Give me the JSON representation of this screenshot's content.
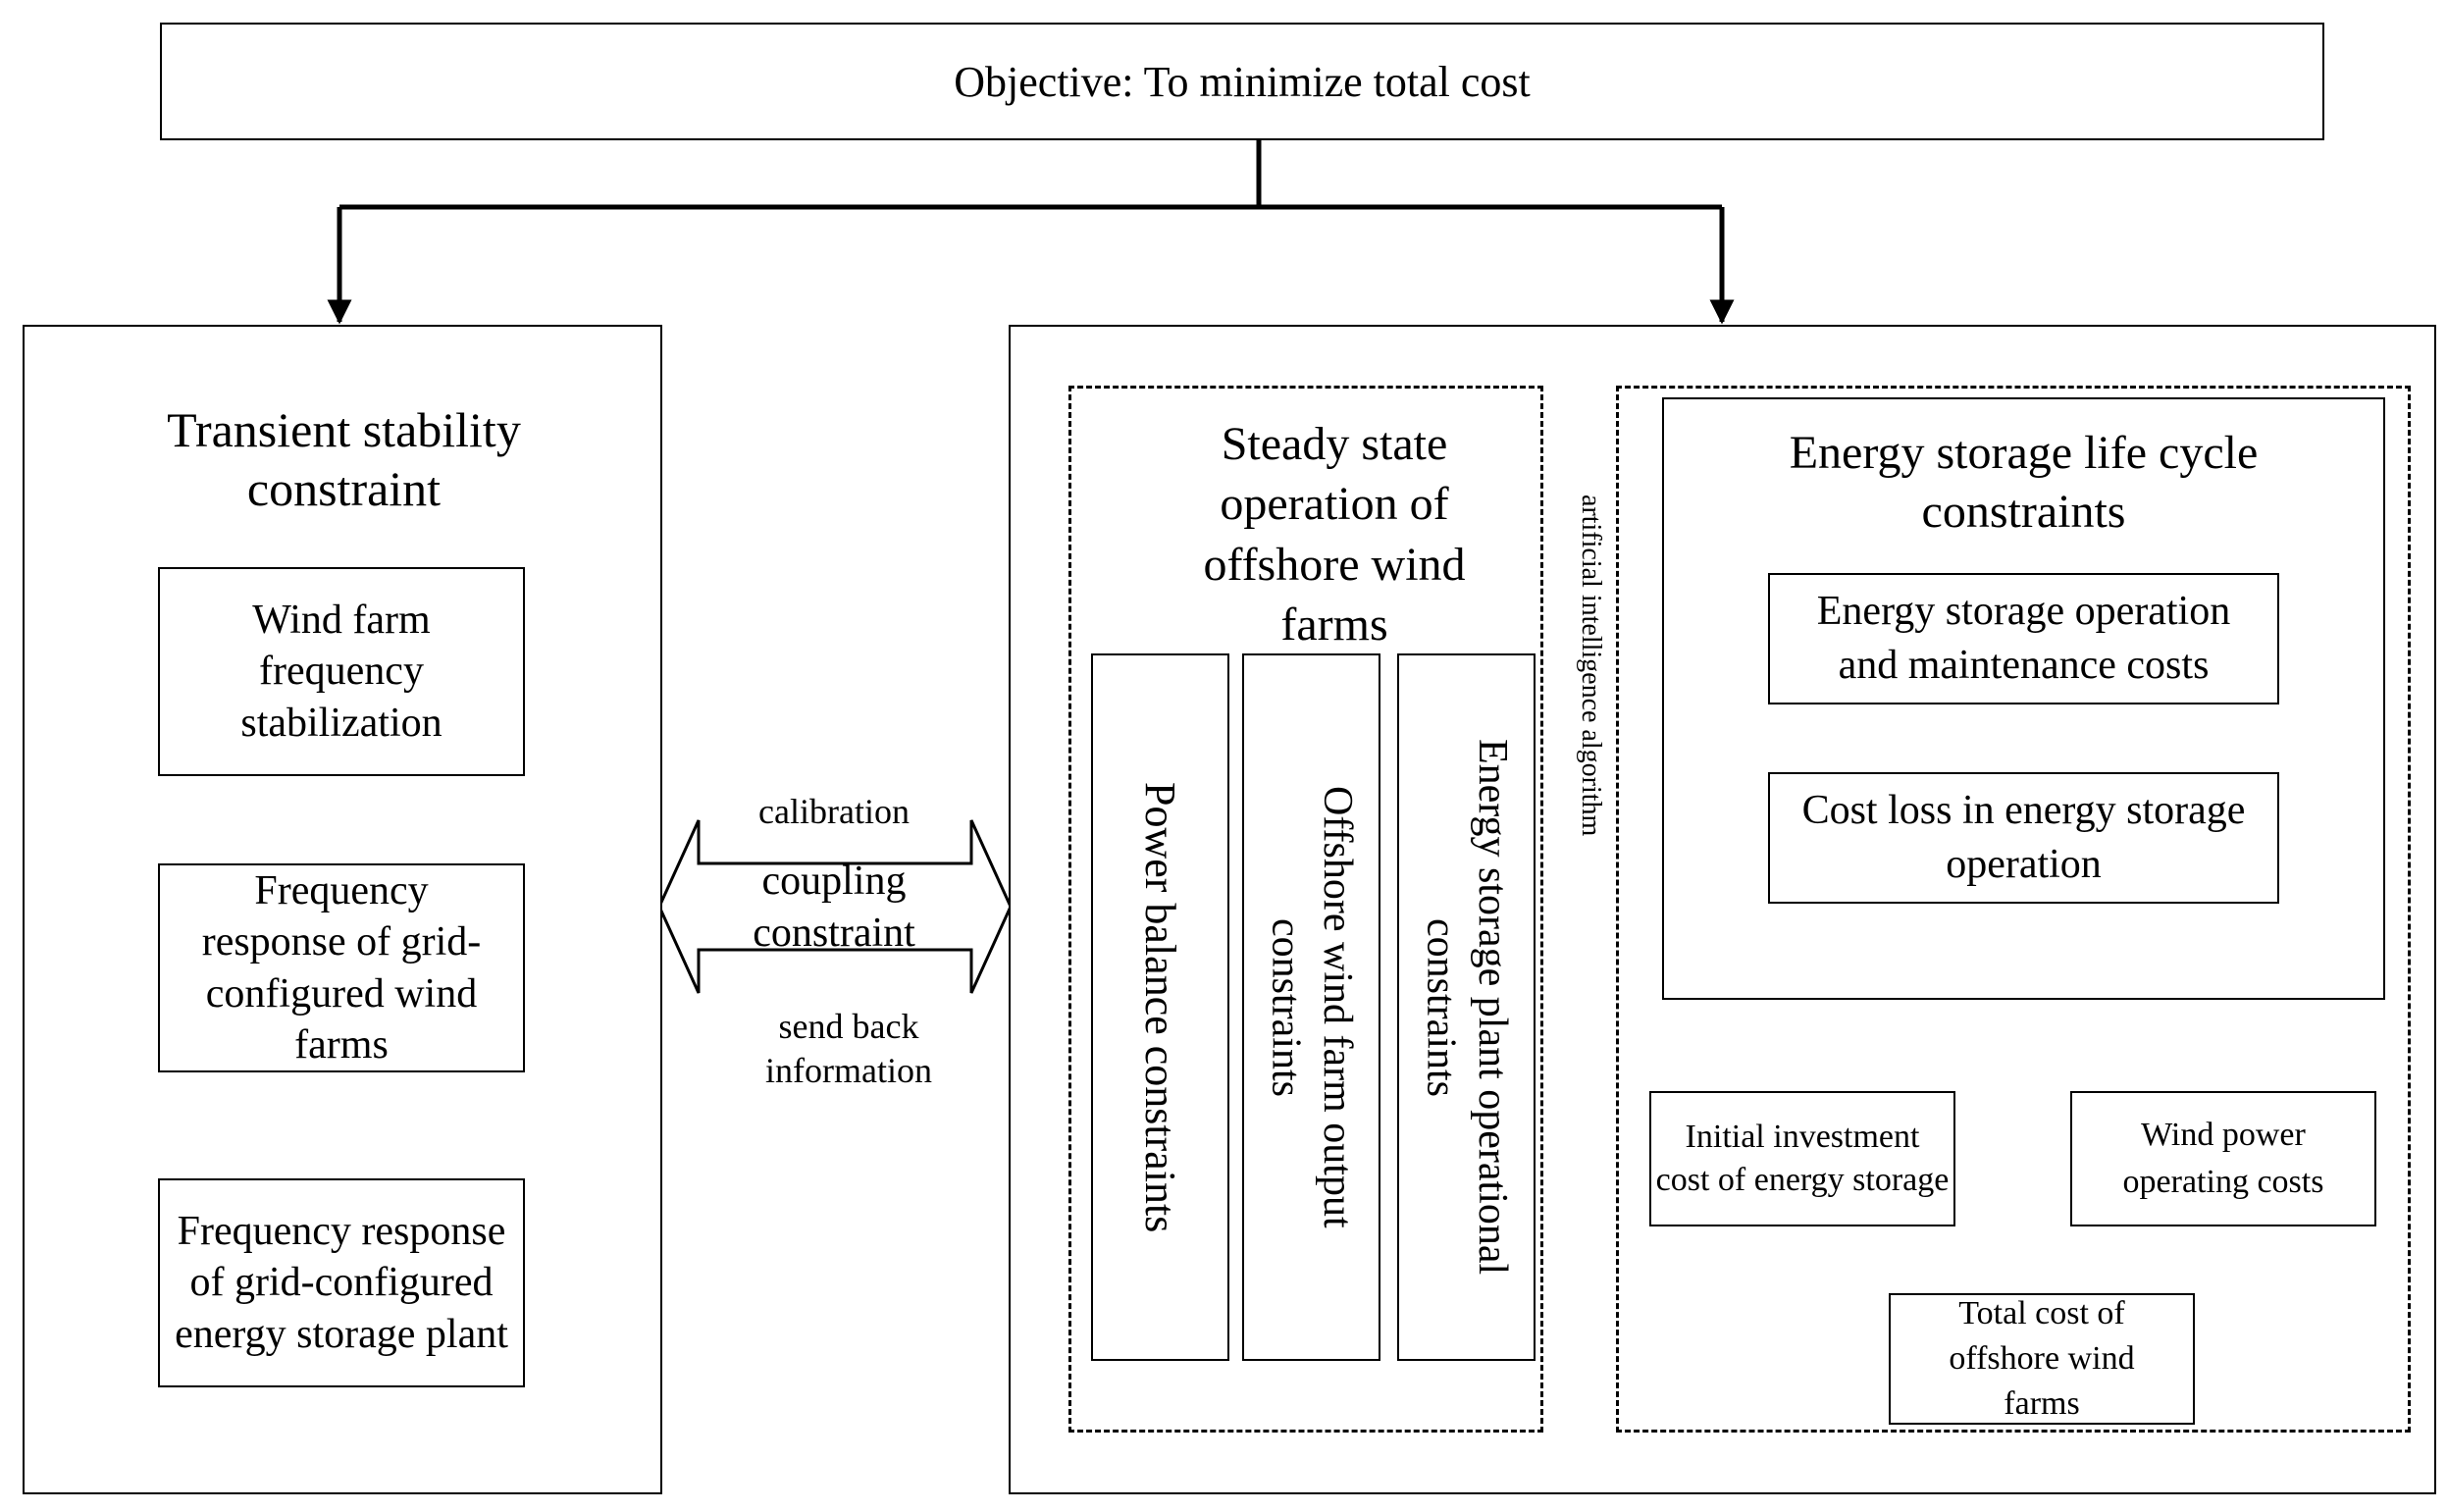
{
  "objective": "Objective: To minimize total cost",
  "left": {
    "title": "Transient stability constraint",
    "items": [
      "Wind farm frequency stabilization",
      "Frequency response of grid-configured wind farms",
      "Frequency response of grid-configured energy storage plant"
    ]
  },
  "coupling": {
    "top_label": "calibration",
    "main_label": "coupling constraint",
    "bottom_label": "send back information"
  },
  "steady": {
    "title": "Steady state operation of offshore wind farms",
    "columns": [
      "Power balance constraints",
      "Offshore wind farm output constraints",
      "Energy storage plant operational constraints"
    ]
  },
  "ai_label": "artificial intelligence algorithm",
  "storage": {
    "title": "Energy storage life cycle constraints",
    "items": [
      "Energy storage operation and maintenance costs",
      "Cost loss in energy storage operation"
    ]
  },
  "costs": {
    "initial": "Initial investment cost of energy storage",
    "wind": "Wind power operating costs",
    "total": "Total cost of offshore wind farms"
  }
}
